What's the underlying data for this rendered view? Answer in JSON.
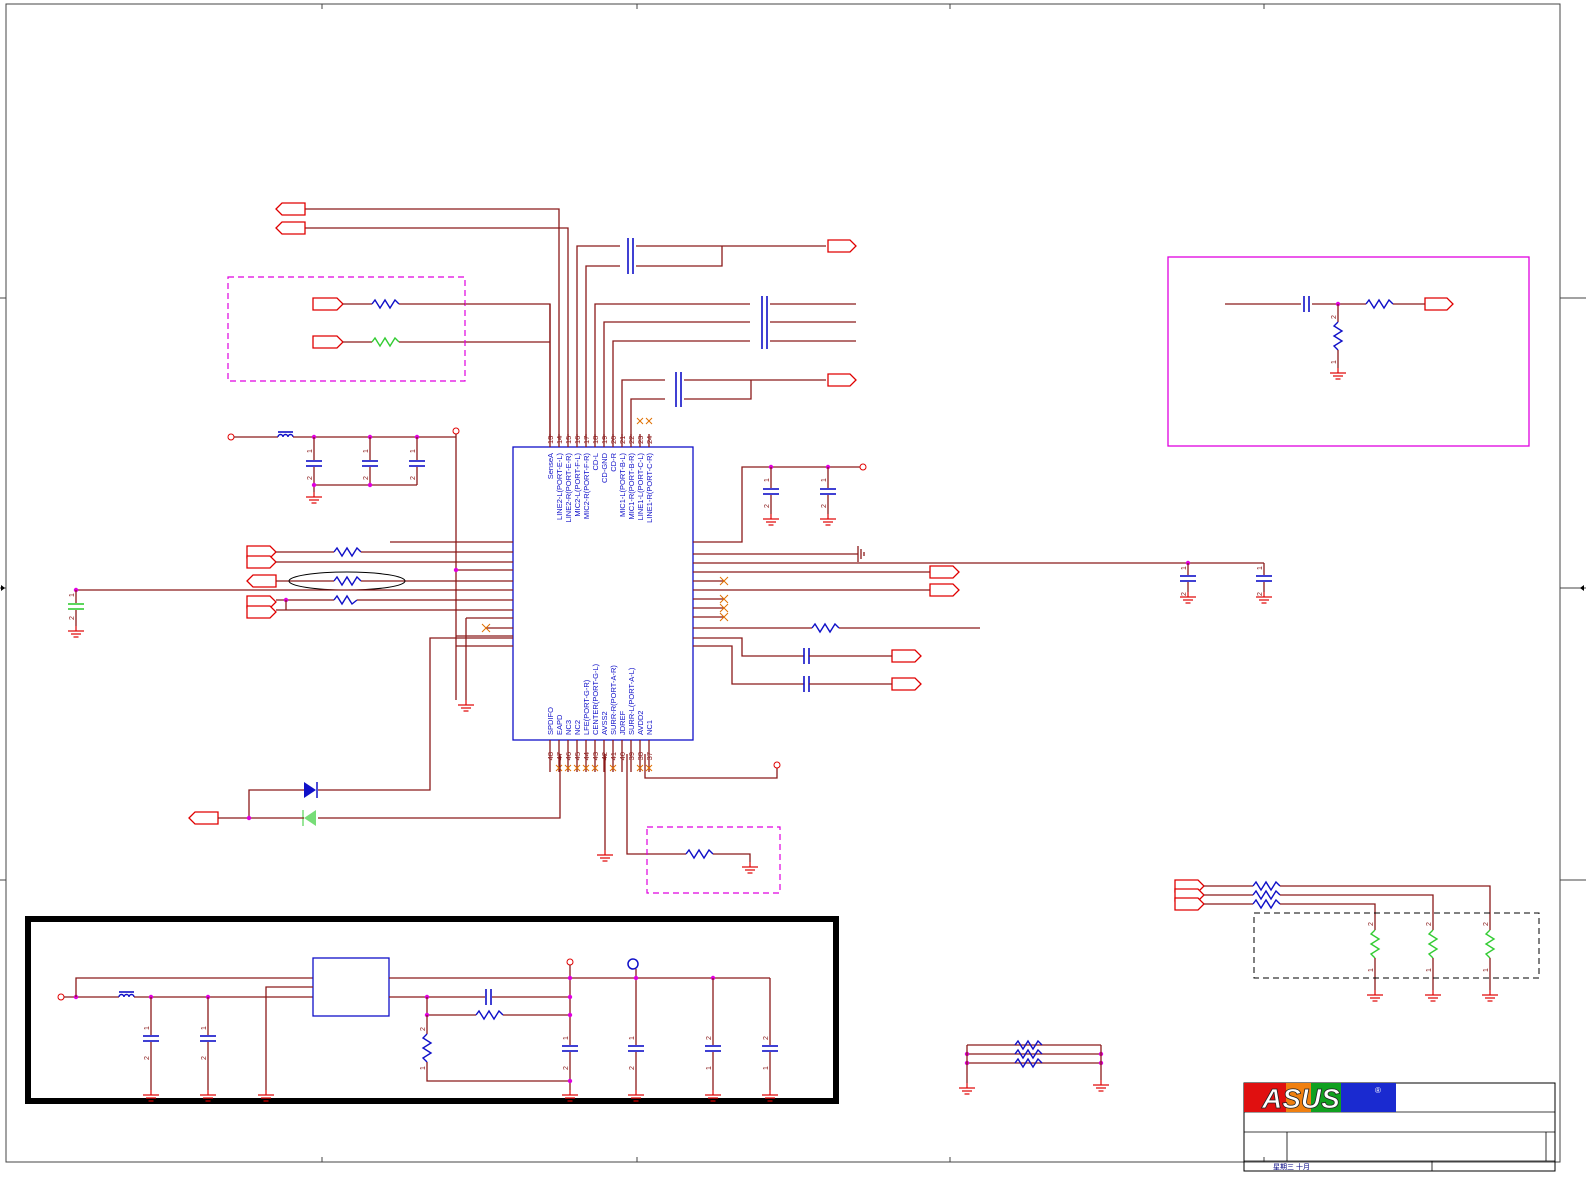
{
  "colors": {
    "wire": "#8b1a1a",
    "port": "#e00000",
    "component": "#1010c8",
    "alt_component": "#33cc33",
    "junction": "#e000e0",
    "ic_outline": "#1010c8"
  },
  "codec": {
    "top_pins": [
      {
        "num": "13",
        "label": "SenseA"
      },
      {
        "num": "14",
        "label": "LINE2-L(PORT-E-L)"
      },
      {
        "num": "15",
        "label": "LINE2-R(PORT-E-R)"
      },
      {
        "num": "16",
        "label": "MIC2-L(PORT-F-L)"
      },
      {
        "num": "17",
        "label": "MIC2-R(PORT-F-R)"
      },
      {
        "num": "18",
        "label": "CD-L"
      },
      {
        "num": "19",
        "label": "CD-GND"
      },
      {
        "num": "20",
        "label": "CD-R"
      },
      {
        "num": "21",
        "label": "MIC1-L(PORT-B-L)"
      },
      {
        "num": "22",
        "label": "MIC1-R(PORT-B-R)"
      },
      {
        "num": "23",
        "label": "LINE1-L(PORT-C-L)"
      },
      {
        "num": "24",
        "label": "LINE1-R(PORT-C-R)"
      }
    ],
    "bottom_pins": [
      {
        "num": "48",
        "label": "SPDIFO"
      },
      {
        "num": "47",
        "label": "EAPD"
      },
      {
        "num": "46",
        "label": "NC3"
      },
      {
        "num": "45",
        "label": "NC2"
      },
      {
        "num": "44",
        "label": "LFE(PORT-G-R)"
      },
      {
        "num": "43",
        "label": "CENTER(PORT-G-L)"
      },
      {
        "num": "42",
        "label": "AVSS2"
      },
      {
        "num": "41",
        "label": "SURR-R(PORT-A-R)"
      },
      {
        "num": "40",
        "label": "JDREF"
      },
      {
        "num": "39",
        "label": "SURR-L(PORT-A-L)"
      },
      {
        "num": "38",
        "label": "AVDD2"
      },
      {
        "num": "37",
        "label": "NC1"
      }
    ]
  },
  "pin_numbers": {
    "one": "1",
    "two": "2"
  },
  "title_block": {
    "logo_text": "ASUS",
    "registered": "®",
    "date_text": "星期三 十月"
  }
}
